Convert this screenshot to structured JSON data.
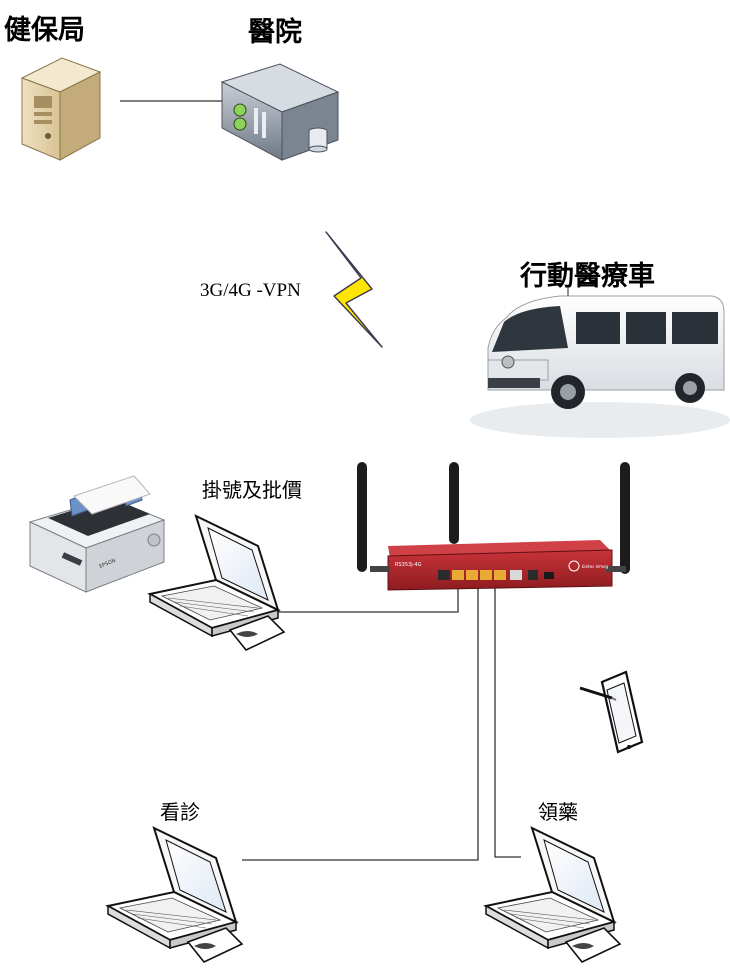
{
  "labels": {
    "nhi": "健保局",
    "hospital": "醫院",
    "vpn": "3G/4G -VPN",
    "van": "行動醫療車",
    "registration": "掛號及批價",
    "consult": "看診",
    "pharmacy": "領藥"
  },
  "router_model": "RS353j-4G",
  "router_brand": "bintec elmeg",
  "printer_brand": "EPSON",
  "colors": {
    "router_red": "#b3262a",
    "port_yellow": "#e9a935",
    "lightning_yellow": "#ffe600",
    "line": "#333333"
  }
}
